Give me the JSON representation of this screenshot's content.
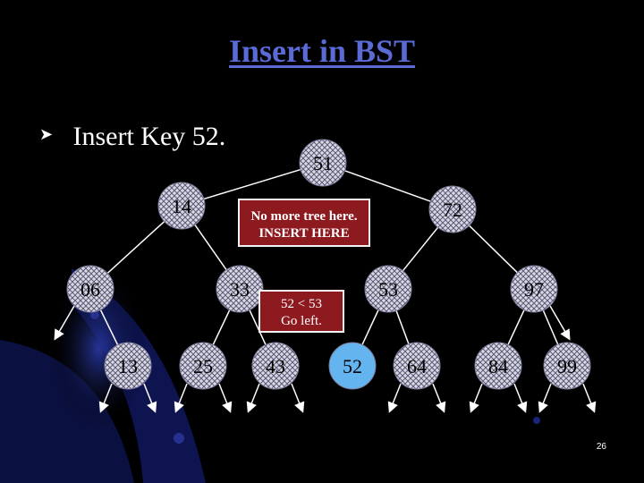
{
  "slide": {
    "title": "Insert in BST",
    "bullet": "Insert Key 52.",
    "page_number": "26",
    "colors": {
      "background": "#000000",
      "title": "#5a6bd6",
      "node_fill": "#d9d9e3",
      "node_hatch": "#5a5a78",
      "highlight_node": "#64b4f0",
      "callout": "#8c1a1f",
      "decor_blue": "#1f2a8c"
    }
  },
  "tree": {
    "nodes": [
      {
        "id": "n51",
        "label": "51"
      },
      {
        "id": "n14",
        "label": "14"
      },
      {
        "id": "n72",
        "label": "72"
      },
      {
        "id": "n06",
        "label": "06"
      },
      {
        "id": "n33",
        "label": "33"
      },
      {
        "id": "n53",
        "label": "53"
      },
      {
        "id": "n97",
        "label": "97"
      },
      {
        "id": "n13",
        "label": "13"
      },
      {
        "id": "n25",
        "label": "25"
      },
      {
        "id": "n43",
        "label": "43"
      },
      {
        "id": "n52",
        "label": "52",
        "highlight": true
      },
      {
        "id": "n64",
        "label": "64"
      },
      {
        "id": "n84",
        "label": "84"
      },
      {
        "id": "n99",
        "label": "99"
      }
    ],
    "edges": [
      [
        "n51",
        "n14"
      ],
      [
        "n51",
        "n72"
      ],
      [
        "n14",
        "n06"
      ],
      [
        "n14",
        "n33"
      ],
      [
        "n72",
        "n53"
      ],
      [
        "n72",
        "n97"
      ],
      [
        "n06",
        "n13"
      ],
      [
        "n33",
        "n25"
      ],
      [
        "n33",
        "n43"
      ],
      [
        "n53",
        "n52"
      ],
      [
        "n53",
        "n64"
      ],
      [
        "n97",
        "n84"
      ],
      [
        "n97",
        "n99"
      ]
    ]
  },
  "callouts": {
    "no_more_tree": "No more tree here. INSERT HERE",
    "compare_line1": "52 < 53",
    "compare_line2": "Go left."
  }
}
